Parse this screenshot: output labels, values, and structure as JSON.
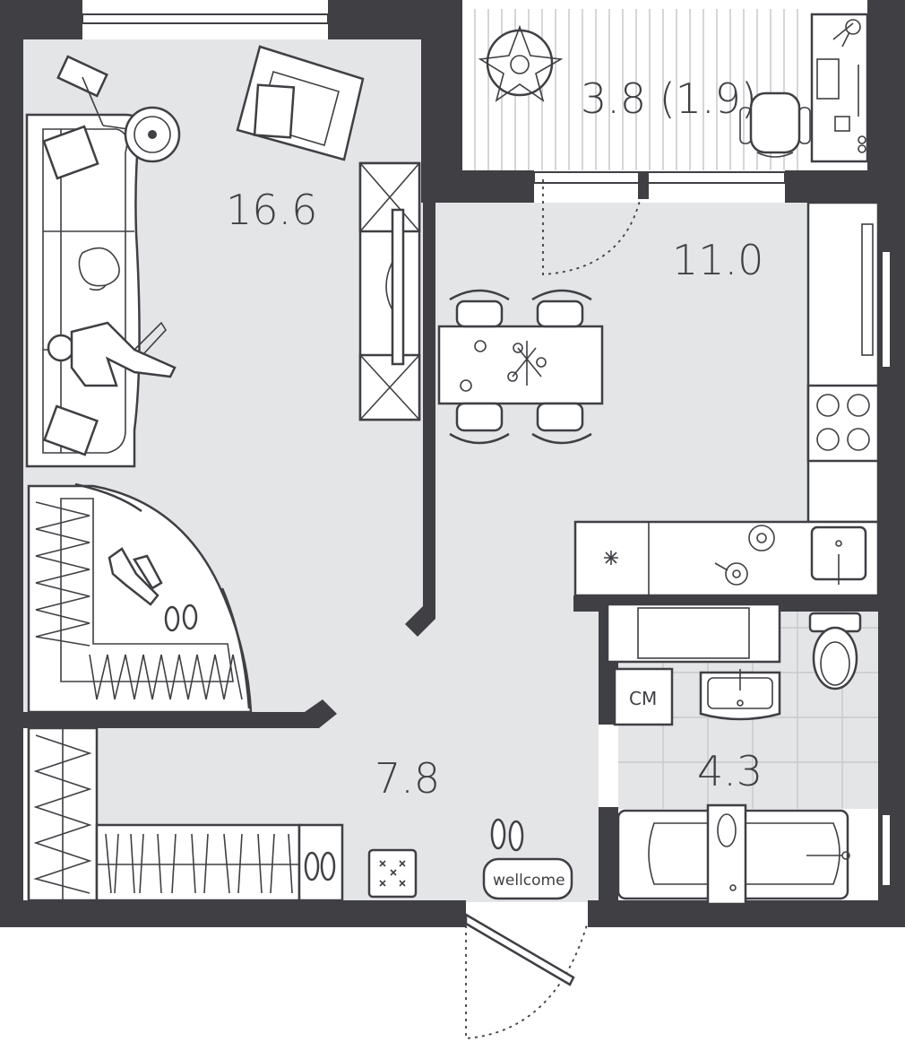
{
  "rooms": {
    "living_area": "16.6",
    "balcony_area": "3.8 (1.9)",
    "kitchen_area": "11.0",
    "hall_area": "7.8",
    "bathroom_area": "4.3"
  },
  "labels": {
    "washing_machine": "СМ",
    "doormat": "wellcome"
  },
  "colors": {
    "wall": "#3f3f44",
    "floor": "#e4e5e7",
    "furniture": "#ffffff"
  }
}
